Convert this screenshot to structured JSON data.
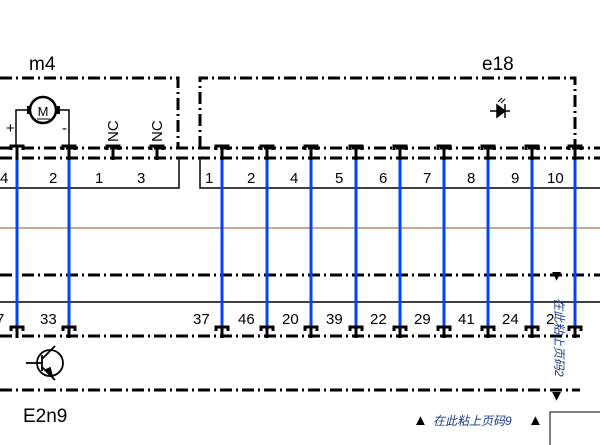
{
  "components": {
    "m4": {
      "label": "m4",
      "motor_symbol": "M",
      "plus": "+",
      "minus": "-",
      "nc": [
        "NC",
        "NC"
      ],
      "pins": [
        "4",
        "2",
        "1",
        "3"
      ]
    },
    "e18": {
      "label": "e18",
      "pins": [
        "1",
        "2",
        "4",
        "5",
        "6",
        "7",
        "8",
        "9",
        "10"
      ]
    },
    "e2n9": {
      "label": "E2n9",
      "pins": [
        "7",
        "33",
        "37",
        "46",
        "20",
        "39",
        "22",
        "29",
        "41",
        "24",
        "2"
      ]
    }
  },
  "wire_color": "#0044ff",
  "ground_line_color": "#c8a890",
  "annotations": {
    "bottom_note": "在此粘上页码9",
    "side_note": "在此粘上页码2",
    "arrow_marker": "▲"
  }
}
